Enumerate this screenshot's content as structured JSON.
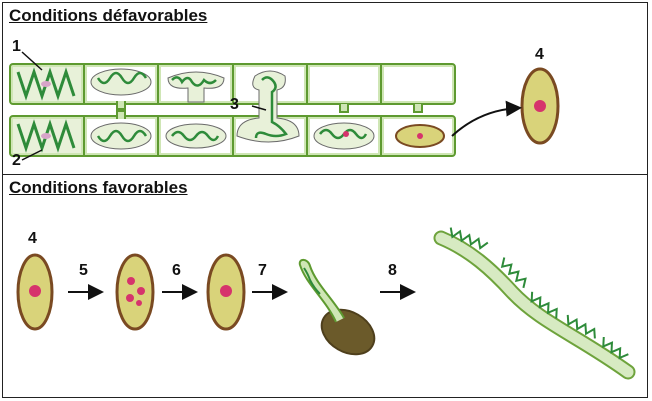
{
  "sections": {
    "unfavorable": {
      "title": "Conditions défavorables"
    },
    "favorable": {
      "title": "Conditions favorables"
    }
  },
  "labels": {
    "l1": "1",
    "l2": "2",
    "l3": "3",
    "l4_top": "4",
    "l4_bottom": "4",
    "l5": "5",
    "l6": "6",
    "l7": "7",
    "l8": "8"
  },
  "colors": {
    "cell_wall": "#6ea33c",
    "cell_wall_inner": "#b9d99a",
    "chloroplast": "#2e8b3a",
    "spore_wall": "#7a4a22",
    "spore_fill": "#d9d37a",
    "nucleus": "#d6336c",
    "germ_tube": "#3a7d34"
  }
}
